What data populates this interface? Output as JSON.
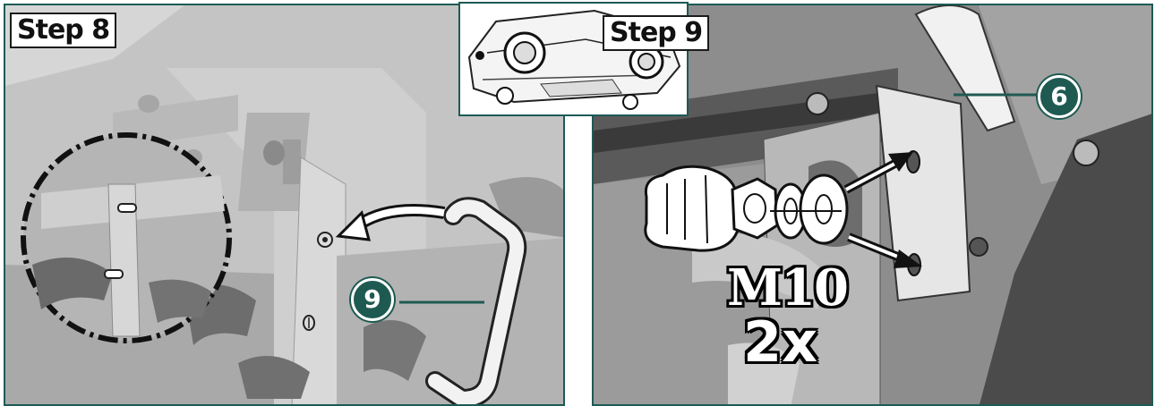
{
  "steps": {
    "left": {
      "label": "Step 8"
    },
    "right": {
      "label": "Step 9"
    }
  },
  "callouts": {
    "part_6": "6",
    "part_9": "9"
  },
  "fastener": {
    "size": "M10",
    "quantity": "2x"
  },
  "colors": {
    "frame": "#1d5a55",
    "callout_fill": "#1f5a52",
    "label_bg": "#ffffff"
  },
  "icons": {
    "hand": "gloved-hand-icon",
    "nut": "hex-nut-icon",
    "lock_washer": "lock-washer-icon",
    "flat_washer": "flat-washer-icon"
  }
}
